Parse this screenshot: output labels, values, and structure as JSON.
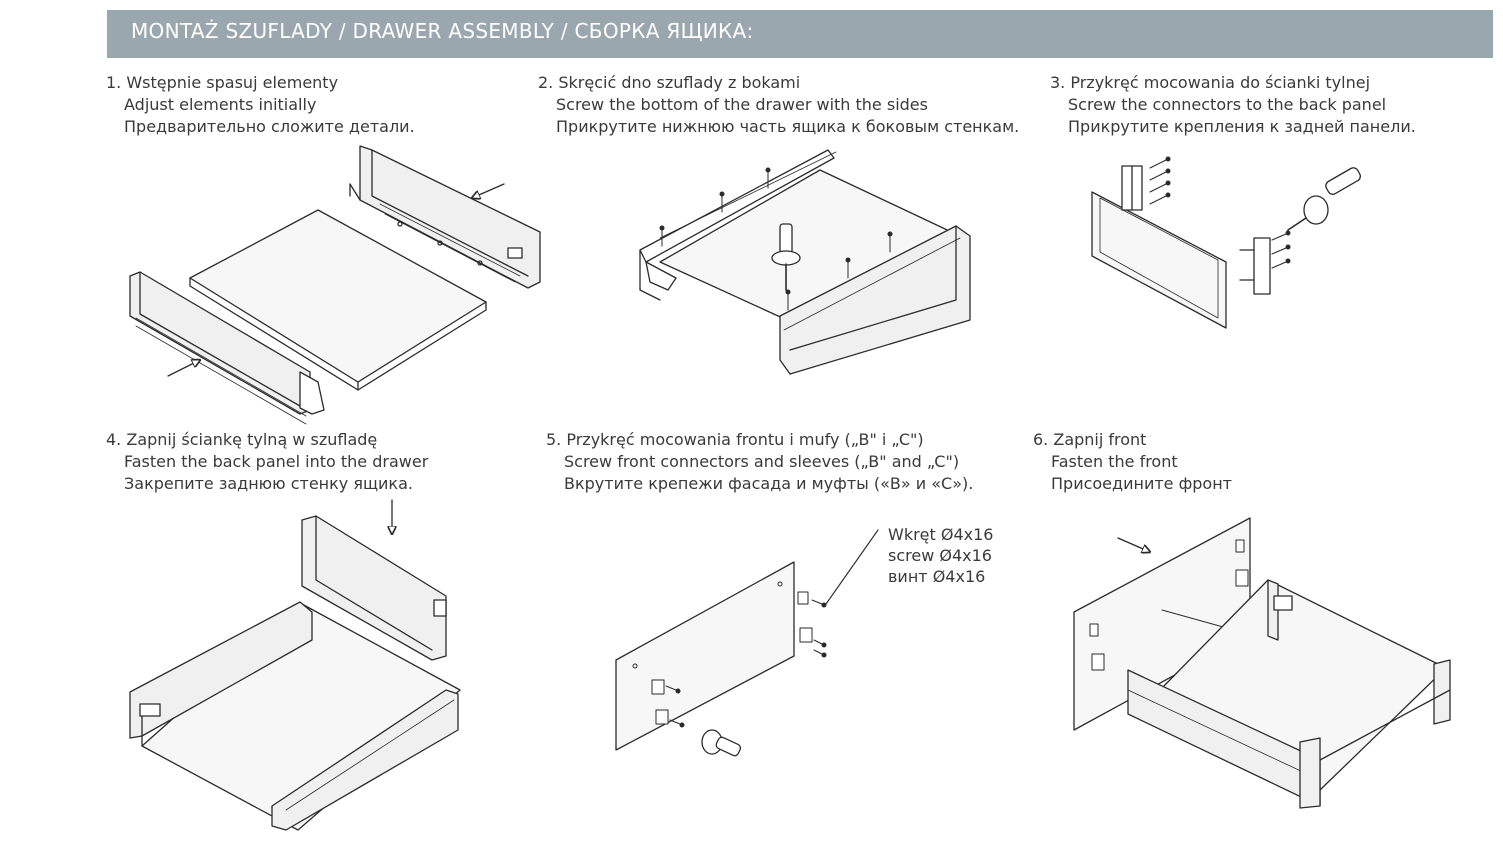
{
  "header": {
    "title": "MONTAŻ SZUFLADY / DRAWER ASSEMBLY / СБОРКА ЯЩИКА:"
  },
  "steps": [
    {
      "pl": "1. Wstępnie spasuj elementy",
      "en": "Adjust elements initially",
      "ru": "Предварительно сложите детали."
    },
    {
      "pl": "2. Skręcić dno szuflady z bokami",
      "en": "Screw the bottom of the drawer with the sides",
      "ru": "Прикрутите нижнюю часть ящика к боковым стенкам."
    },
    {
      "pl": "3. Przykręć mocowania do ścianki tylnej",
      "en": "Screw the connectors to the back panel",
      "ru": "Прикрутите крепления к задней панели."
    },
    {
      "pl": "4. Zapnij ściankę tylną w szufladę",
      "en": "Fasten the back panel into the drawer",
      "ru": "Закрепите заднюю стенку ящика."
    },
    {
      "pl": "5. Przykręć mocowania frontu i mufy („B\" i „C\")",
      "en": "Screw front connectors and sleeves („B\" and „C\")",
      "ru": "Вкрутите крепежи фасада и муфты («В» и «С»)."
    },
    {
      "pl": "6. Zapnij front",
      "en": "Fasten the front",
      "ru": "Присоедините фронт"
    }
  ],
  "screw_callout": {
    "pl": "Wkręt Ø4x16",
    "en": "screw Ø4x16",
    "ru": "винт Ø4x16"
  },
  "colors": {
    "header_bg": "#9ba7ae",
    "header_text": "#ffffff",
    "line": "#2b2b2b",
    "panel_fill": "#f4f4f4"
  }
}
